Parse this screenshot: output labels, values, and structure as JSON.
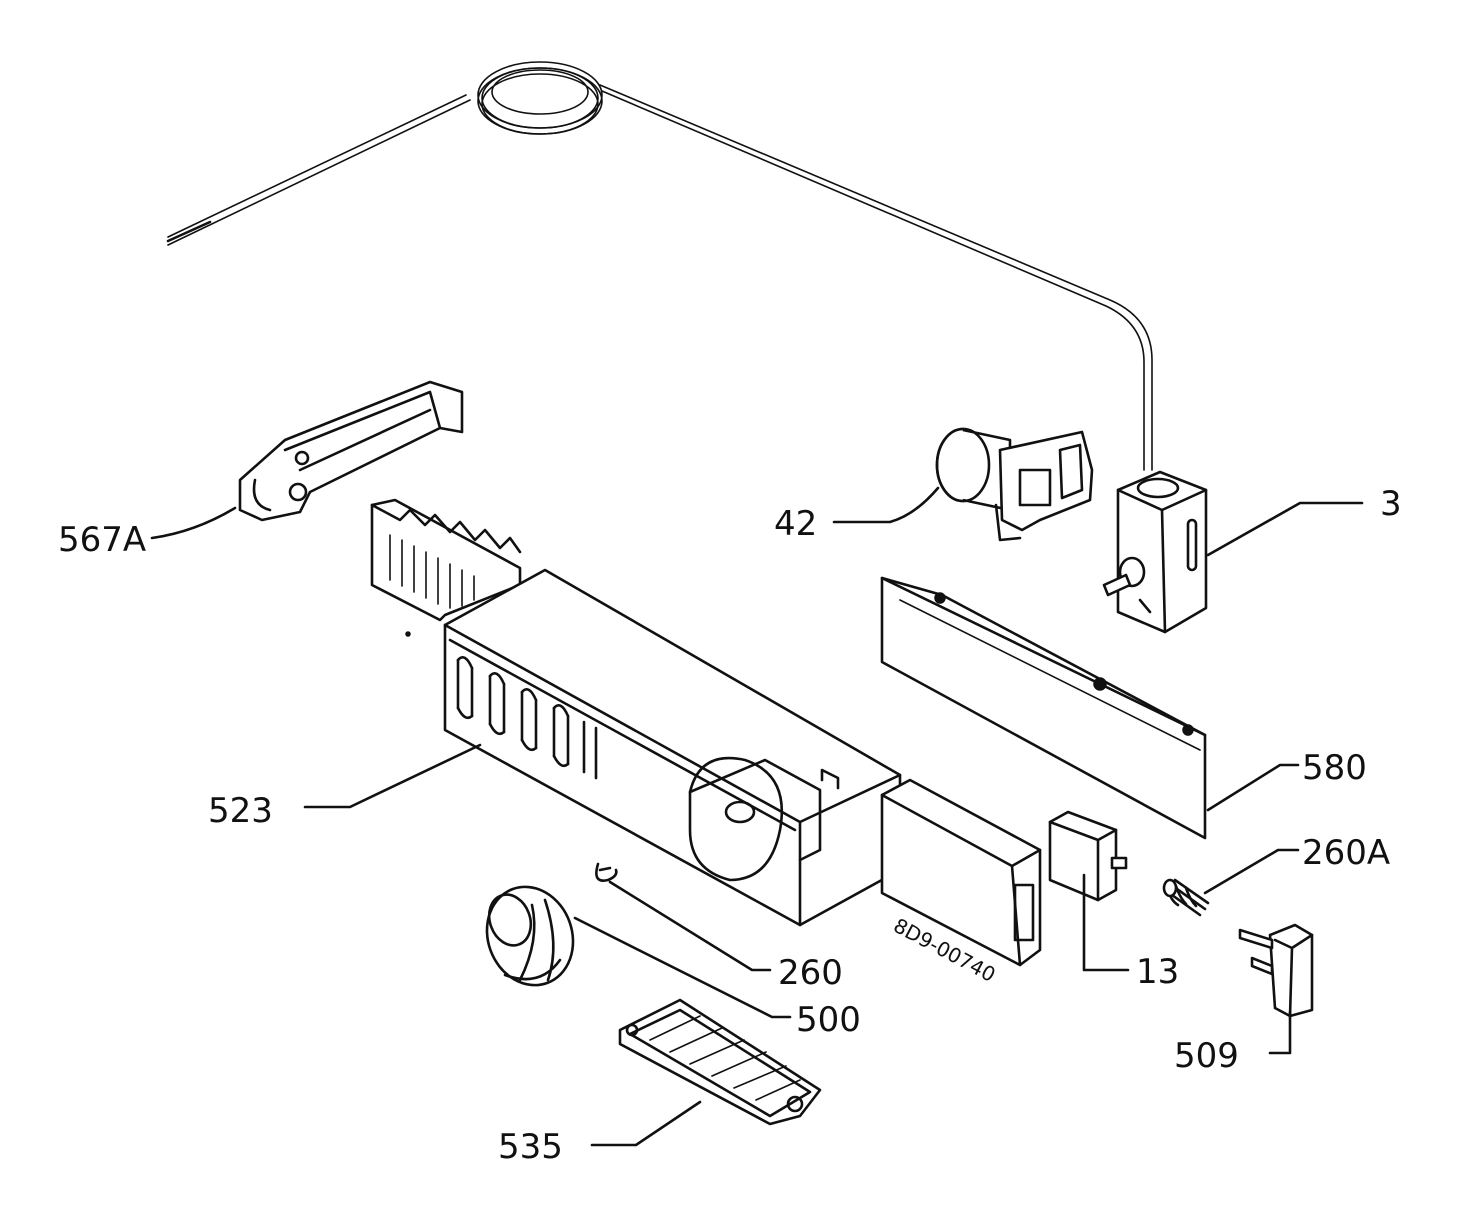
{
  "diagram": {
    "stamp_text": "8D9-00740",
    "callouts": [
      {
        "id": "3",
        "label": "3"
      },
      {
        "id": "13",
        "label": "13"
      },
      {
        "id": "42",
        "label": "42"
      },
      {
        "id": "260",
        "label": "260"
      },
      {
        "id": "260A",
        "label": "260A"
      },
      {
        "id": "500",
        "label": "500"
      },
      {
        "id": "509",
        "label": "509"
      },
      {
        "id": "523",
        "label": "523"
      },
      {
        "id": "535",
        "label": "535"
      },
      {
        "id": "567A",
        "label": "567A"
      },
      {
        "id": "580",
        "label": "580"
      }
    ]
  }
}
